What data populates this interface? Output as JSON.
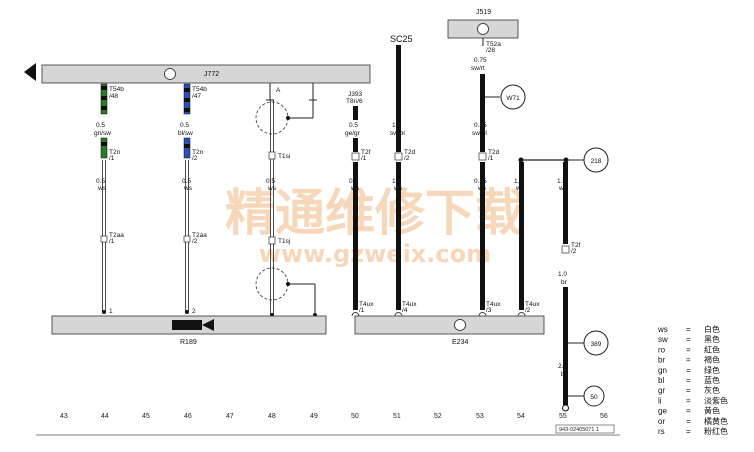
{
  "components": {
    "j772": "J772",
    "j519": "J519",
    "sc25": "SC25",
    "j393": "J393",
    "j393_pin": "T8n/6",
    "r189": "R189",
    "e234": "E234"
  },
  "connectors_top": [
    {
      "pin": "T54b",
      "num": "/48"
    },
    {
      "pin": "T54b",
      "num": "/47"
    },
    {
      "pin": "T52a",
      "num": "/28"
    }
  ],
  "wire_specs": [
    {
      "size": "0.5",
      "color": "gn/sw"
    },
    {
      "size": "0.5",
      "color": "bl/sw"
    },
    {
      "size": "0.5",
      "color": "ge/gr"
    },
    {
      "size": "1.0",
      "color": "sw/bl"
    },
    {
      "size": "0.35",
      "color": "sw/bl"
    },
    {
      "size": "0.75",
      "color": "sw/rt"
    },
    {
      "size": "0.5",
      "color": "ws"
    },
    {
      "size": "0.5",
      "color": "ws"
    },
    {
      "size": "0.5",
      "color": "ws"
    },
    {
      "size": "0.5",
      "color": "ws"
    },
    {
      "size": "1.0",
      "color": "ws"
    },
    {
      "size": "0.35",
      "color": "ws"
    },
    {
      "size": "1.0",
      "color": "ws"
    },
    {
      "size": "1.5",
      "color": "ws"
    },
    {
      "size": "1.0",
      "color": "br"
    },
    {
      "size": "2.5",
      "color": "br"
    }
  ],
  "connectors_mid": [
    {
      "pin": "T2n",
      "num": "/1"
    },
    {
      "pin": "T2n",
      "num": "/2"
    },
    {
      "pin": "T1si",
      "num": ""
    },
    {
      "pin": "T2f",
      "num": "/1"
    },
    {
      "pin": "T2d",
      "num": "/2"
    },
    {
      "pin": "T2d",
      "num": "/1"
    },
    {
      "pin": "T2aa",
      "num": "/1"
    },
    {
      "pin": "T2aa",
      "num": "/2"
    },
    {
      "pin": "T1sj",
      "num": ""
    },
    {
      "pin": "T2f",
      "num": "/2"
    }
  ],
  "connectors_bottom": [
    {
      "pin": "T4ux",
      "num": "/1"
    },
    {
      "pin": "T4ux",
      "num": "/4"
    },
    {
      "pin": "T4ux",
      "num": "/3"
    },
    {
      "pin": "T4ux",
      "num": "/2"
    }
  ],
  "pin_numbers": [
    "1",
    "2"
  ],
  "marker_a": "A",
  "refs": [
    "W71",
    "218",
    "389",
    "50"
  ],
  "columns": [
    "43",
    "44",
    "45",
    "46",
    "47",
    "48",
    "49",
    "50",
    "51",
    "52",
    "53",
    "54",
    "55",
    "56"
  ],
  "legend": [
    {
      "code": "ws",
      "eq": "=",
      "name": "白色"
    },
    {
      "code": "sw",
      "eq": "=",
      "name": "黑色"
    },
    {
      "code": "ro",
      "eq": "=",
      "name": "紅色"
    },
    {
      "code": "br",
      "eq": "=",
      "name": "褐色"
    },
    {
      "code": "gn",
      "eq": "=",
      "name": "绿色"
    },
    {
      "code": "bl",
      "eq": "=",
      "name": "蓝色"
    },
    {
      "code": "gr",
      "eq": "=",
      "name": "灰色"
    },
    {
      "code": "li",
      "eq": "=",
      "name": "淡紫色"
    },
    {
      "code": "ge",
      "eq": "=",
      "name": "黄色"
    },
    {
      "code": "or",
      "eq": "=",
      "name": "橘黄色"
    },
    {
      "code": "rs",
      "eq": "=",
      "name": "粉红色"
    }
  ],
  "diagram_id": "943-02405071 1",
  "watermark": {
    "text": "精通维修下载",
    "url": "www.gzweix.com"
  }
}
